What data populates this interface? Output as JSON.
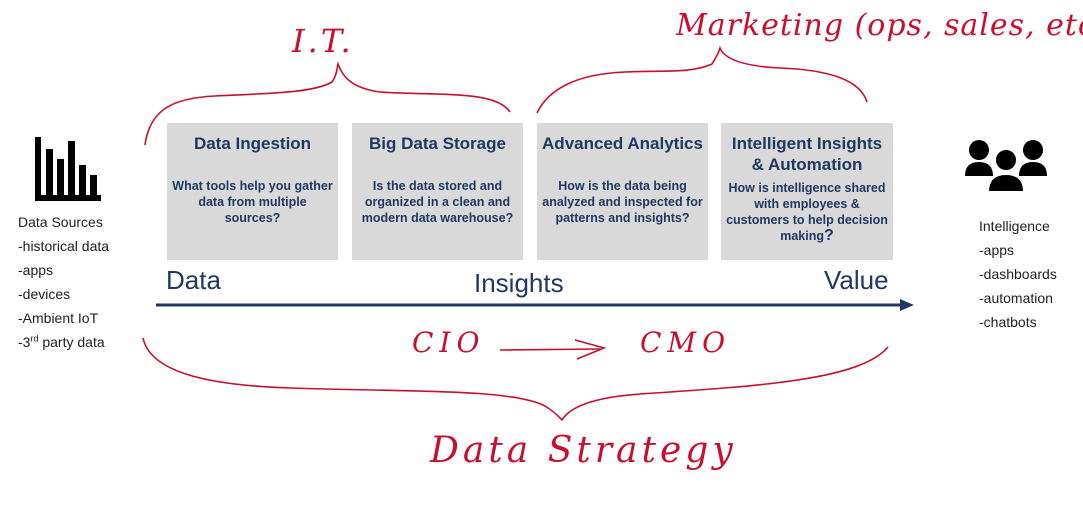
{
  "sources": {
    "title": "Data Sources",
    "items": [
      "-historical data",
      "-apps",
      "-devices",
      "-Ambient IoT"
    ],
    "last_prefix": "-3",
    "last_sup": "rd",
    "last_suffix": " party data"
  },
  "intelligence": {
    "title": "Intelligence",
    "items": [
      "-apps",
      "-dashboards",
      "-automation",
      "-chatbots"
    ]
  },
  "stages": [
    {
      "title": "Data Ingestion",
      "desc": "What tools help you gather data from multiple sources?"
    },
    {
      "title": "Big Data Storage",
      "desc": "Is the data stored and organized in a clean and modern data warehouse?"
    },
    {
      "title": "Advanced Analytics",
      "desc": "How is the data being analyzed and inspected for patterns and insights?"
    },
    {
      "title": "Intelligent Insights & Automation",
      "desc": "How is intelligence shared with employees & customers to help decision making",
      "desc_end": "?"
    }
  ],
  "scale": {
    "start": "Data",
    "middle": "Insights",
    "end": "Value"
  },
  "annotations": {
    "it": "I.T.",
    "marketing": "Marketing (ops, sales, etc)",
    "cio": "CIO",
    "cmo": "CMO",
    "strategy": "Data Strategy"
  },
  "colors": {
    "navy": "#1f3864",
    "box": "#d9d9d9",
    "ink": "#c8102e"
  },
  "icons": {
    "sources": "bar-chart-icon",
    "intelligence": "people-group-icon"
  }
}
